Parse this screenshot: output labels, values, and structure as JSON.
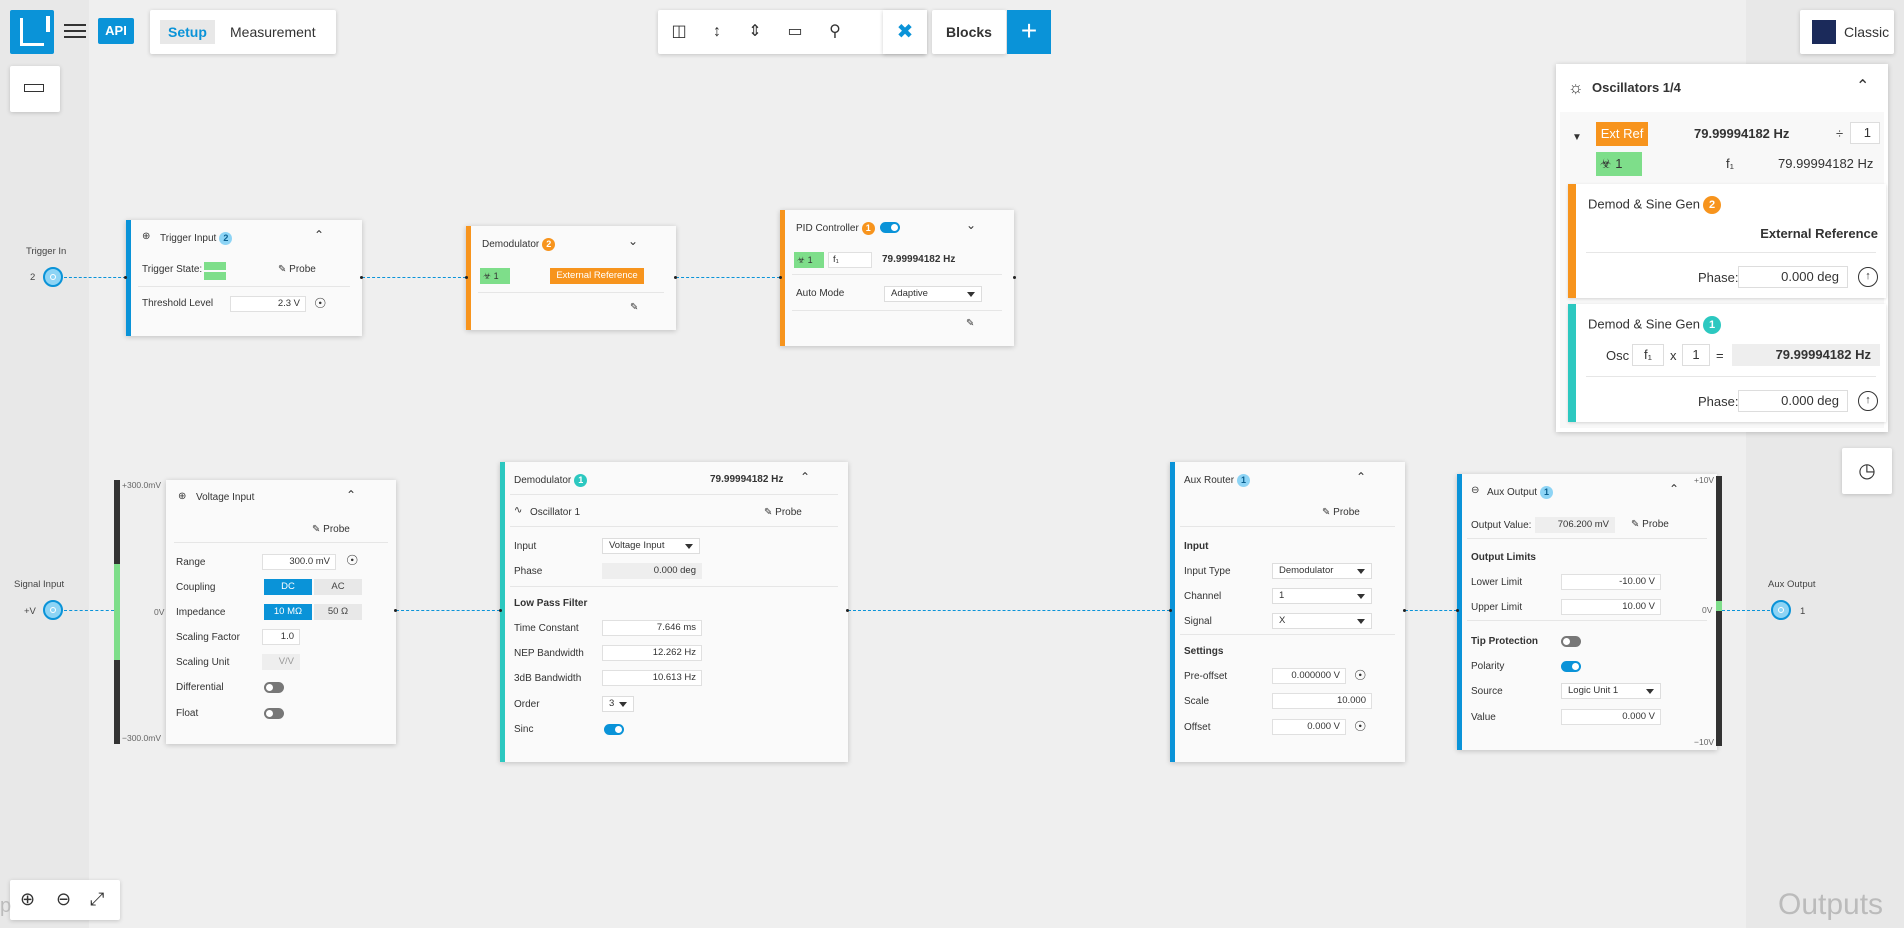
{
  "topbar": {
    "api_label": "API",
    "tabs": [
      "Setup",
      "Measurement"
    ],
    "blocks_label": "Blocks",
    "plus_label": "+",
    "classic_label": "Classic"
  },
  "canvas": {
    "outputs_label": "Outputs",
    "left_label": "p"
  },
  "ports": {
    "trigger_in": {
      "label": "Trigger In",
      "num": "2"
    },
    "signal_input": {
      "label": "Signal Input",
      "num": "+V"
    },
    "aux_output": {
      "label": "Aux Output",
      "num": "1"
    }
  },
  "trigger_input": {
    "title": "Trigger Input",
    "badge": "2",
    "state_label": "Trigger State:",
    "probe": "Probe",
    "threshold_label": "Threshold Level",
    "threshold_value": "2.3 V"
  },
  "demod2": {
    "title": "Demodulator",
    "badge": "2",
    "lock_num": "1",
    "ext_ref": "External Reference"
  },
  "pid": {
    "title": "PID Controller",
    "badge": "1",
    "lock_num": "1",
    "f_label": "f₁",
    "freq": "79.99994182 Hz",
    "auto_mode_label": "Auto Mode",
    "auto_mode_value": "Adaptive"
  },
  "voltage_input": {
    "title": "Voltage Input",
    "probe": "Probe",
    "meter_top": "+300.0mV",
    "meter_mid": "0V",
    "meter_bot": "−300.0mV",
    "range_label": "Range",
    "range_value": "300.0 mV",
    "coupling_label": "Coupling",
    "coupling_dc": "DC",
    "coupling_ac": "AC",
    "impedance_label": "Impedance",
    "imp_10m": "10 MΩ",
    "imp_50": "50 Ω",
    "scaling_factor_label": "Scaling Factor",
    "scaling_factor_value": "1.0",
    "scaling_unit_label": "Scaling Unit",
    "scaling_unit_value": "V/V",
    "differential_label": "Differential",
    "float_label": "Float"
  },
  "demod1": {
    "title": "Demodulator",
    "badge": "1",
    "freq": "79.99994182 Hz",
    "osc_label": "Oscillator 1",
    "probe": "Probe",
    "input_label": "Input",
    "input_value": "Voltage Input",
    "phase_label": "Phase",
    "phase_value": "0.000 deg",
    "lpf_label": "Low Pass Filter",
    "tc_label": "Time Constant",
    "tc_value": "7.646 ms",
    "nep_label": "NEP Bandwidth",
    "nep_value": "12.262 Hz",
    "bw3_label": "3dB Bandwidth",
    "bw3_value": "10.613 Hz",
    "order_label": "Order",
    "order_value": "3",
    "sinc_label": "Sinc"
  },
  "aux_router": {
    "title": "Aux Router",
    "badge": "1",
    "probe": "Probe",
    "input_section": "Input",
    "input_type_label": "Input Type",
    "input_type_value": "Demodulator",
    "channel_label": "Channel",
    "channel_value": "1",
    "signal_label": "Signal",
    "signal_value": "X",
    "settings_section": "Settings",
    "preoffset_label": "Pre-offset",
    "preoffset_value": "0.000000 V",
    "scale_label": "Scale",
    "scale_value": "10.000",
    "offset_label": "Offset",
    "offset_value": "0.000 V"
  },
  "aux_output_block": {
    "title": "Aux Output",
    "badge": "1",
    "output_value_label": "Output Value:",
    "output_value": "706.200 mV",
    "probe": "Probe",
    "limits_section": "Output Limits",
    "lower_label": "Lower Limit",
    "lower_value": "-10.00 V",
    "upper_label": "Upper Limit",
    "upper_value": "10.00 V",
    "tip_label": "Tip Protection",
    "polarity_label": "Polarity",
    "source_label": "Source",
    "source_value": "Logic Unit 1",
    "value_label": "Value",
    "value_value": "0.000 V",
    "meter_top": "+10V",
    "meter_mid": "0V",
    "meter_bot": "−10V"
  },
  "oscillators": {
    "title": "Oscillators 1/4",
    "ext_ref_label": "Ext Ref",
    "freq": "79.99994182 Hz",
    "divider_sym": "÷",
    "divider_value": "1",
    "lock_num": "1",
    "f_label": "f₁",
    "f_value": "79.99994182 Hz",
    "card1": {
      "title": "Demod & Sine Gen",
      "badge": "2",
      "mode": "External Reference",
      "phase_label": "Phase:",
      "phase_value": "0.000 deg"
    },
    "card2": {
      "title": "Demod & Sine Gen",
      "badge": "1",
      "osc_label": "Osc",
      "osc_value": "f₁",
      "times": "x",
      "mult": "1",
      "eq": "=",
      "freq": "79.99994182 Hz",
      "phase_label": "Phase:",
      "phase_value": "0.000 deg"
    }
  },
  "colors": {
    "accent": "#0a93d8",
    "orange": "#f7941d",
    "teal": "#2cc8c0",
    "green": "#7ede8a"
  }
}
